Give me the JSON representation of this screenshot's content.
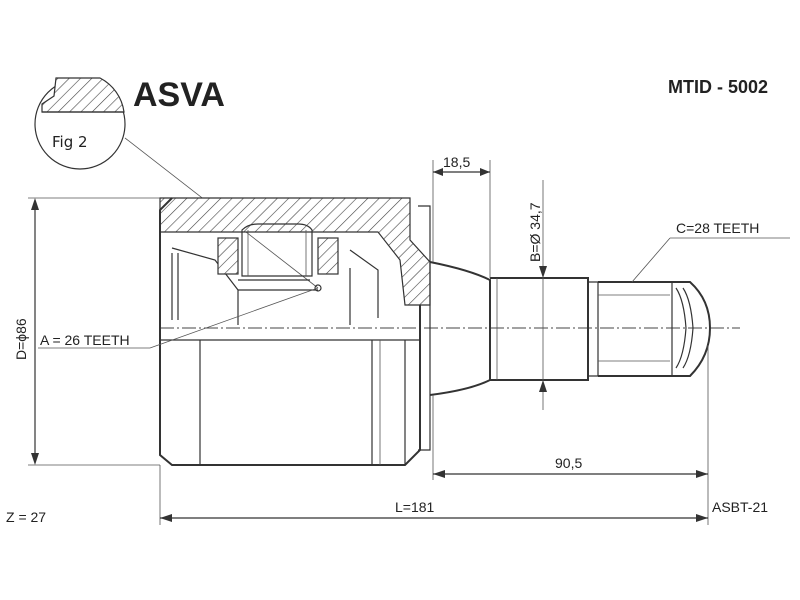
{
  "header": {
    "brand": "ASVA",
    "part_number": "MTID - 5002"
  },
  "figure_callout": {
    "label": "Fig 2"
  },
  "dimensions": {
    "outer_diameter": "D=ϕ86",
    "inner_teeth": "A = 26 TEETH",
    "outer_teeth": "C=28 TEETH",
    "stem_diameter": "B=Ø 34,7",
    "flange_width": "18,5",
    "stem_length": "90,5",
    "total_length": "L=181"
  },
  "footer": {
    "ball_count": "Z = 27",
    "boot_ref": "ASBT-21"
  },
  "colors": {
    "line": "#333333",
    "text": "#222222",
    "background": "#ffffff"
  }
}
